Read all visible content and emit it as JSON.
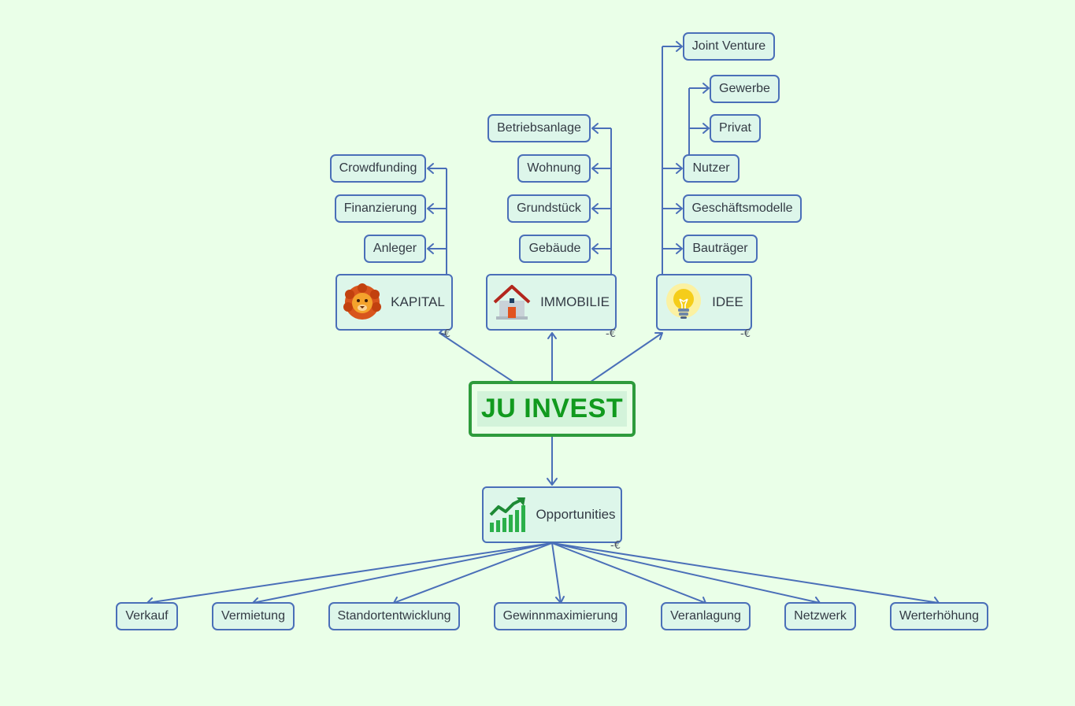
{
  "root": {
    "title": "JU INVEST"
  },
  "hubs": {
    "kapital": {
      "label": "KAPITAL",
      "icon": "lion-icon"
    },
    "immobilie": {
      "label": "IMMOBILIE",
      "icon": "house-icon"
    },
    "idee": {
      "label": "IDEE",
      "icon": "lightbulb-icon"
    },
    "opportunities": {
      "label": "Opportunities",
      "icon": "growth-chart-icon"
    }
  },
  "kapital_children": [
    "Crowdfunding",
    "Finanzierung",
    "Anleger"
  ],
  "immobilie_children": [
    "Betriebsanlage",
    "Wohnung",
    "Grundstück",
    "Gebäude"
  ],
  "idee_children": {
    "joint_venture": "Joint Venture",
    "nutzer": "Nutzer",
    "nutzer_children": [
      "Gewerbe",
      "Privat"
    ],
    "geschaeftsmodelle": "Geschäftsmodelle",
    "bautraeger": "Bauträger"
  },
  "opportunities_children": [
    "Verkauf",
    "Vermietung",
    "Standortentwicklung",
    "Gewinnmaximierung",
    "Veranlagung",
    "Netzwerk",
    "Werterhöhung"
  ],
  "collapse_symbol": "-€",
  "colors": {
    "background": "#eaffe8",
    "node_fill": "#ddf6ea",
    "node_border": "#4a6fb8",
    "connector": "#4a6fb8",
    "root_border": "#2e9b3c",
    "root_text": "#119a1e"
  }
}
